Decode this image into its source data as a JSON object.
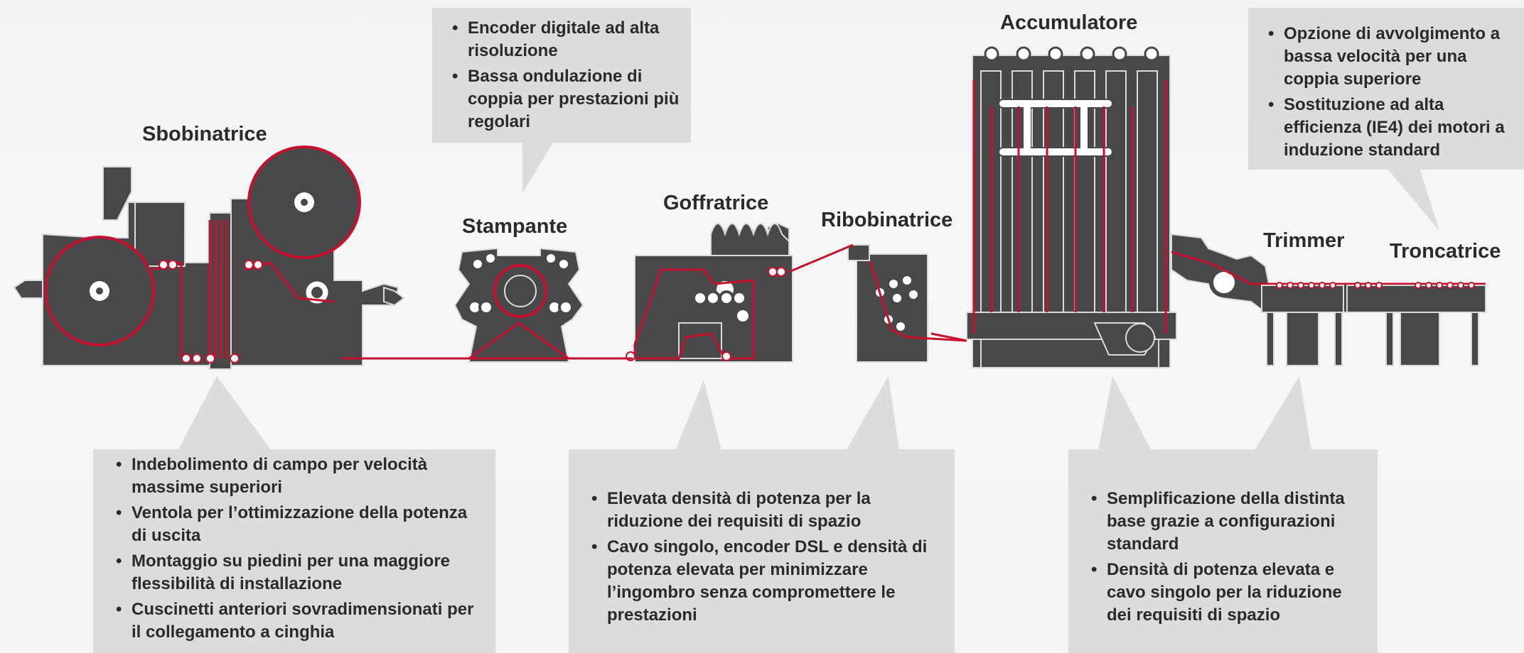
{
  "labels": {
    "sbobinatrice": "Sbobinatrice",
    "stampante": "Stampante",
    "goffratrice": "Goffratrice",
    "ribobinatrice": "Ribobinatrice",
    "accumulatore": "Accumulatore",
    "trimmer": "Trimmer",
    "troncatrice": "Troncatrice"
  },
  "callouts": {
    "stampante": [
      "Encoder digitale ad alta risoluzione",
      "Bassa ondulazione di coppia per prestazioni più regolari"
    ],
    "troncatrice": [
      "Opzione di avvolgimento a bassa velocità per una coppia superiore",
      "Sostituzione ad alta efficienza (IE4) dei motori a induzione standard"
    ],
    "sbobinatrice": [
      "Indebolimento di campo per velocità massime superiori",
      "Ventola per l’ottimizzazione della potenza di uscita",
      "Montaggio su piedini per una maggiore flessibilità di installazione",
      "Cuscinetti anteriori sovradimensionati per il collegamento a cinghia"
    ],
    "goffratrice_ribobinatrice": [
      "Elevata densità di potenza per la riduzione dei requisiti di spazio",
      "Cavo singolo, encoder DSL e densità di potenza elevata per minimizzare l’ingombro senza compromettere le prestazioni"
    ],
    "accumulatore_trimmer": [
      "Semplificazione della distinta base grazie a configurazioni standard",
      "Densità di potenza elevata e cavo singolo per la riduzione dei requisiti di spazio"
    ]
  },
  "colors": {
    "machine": "#4a4a4c",
    "machine_outline": "#d9d9d9",
    "web_path": "#c8102e",
    "callout_bg": "#dcdcdd"
  }
}
